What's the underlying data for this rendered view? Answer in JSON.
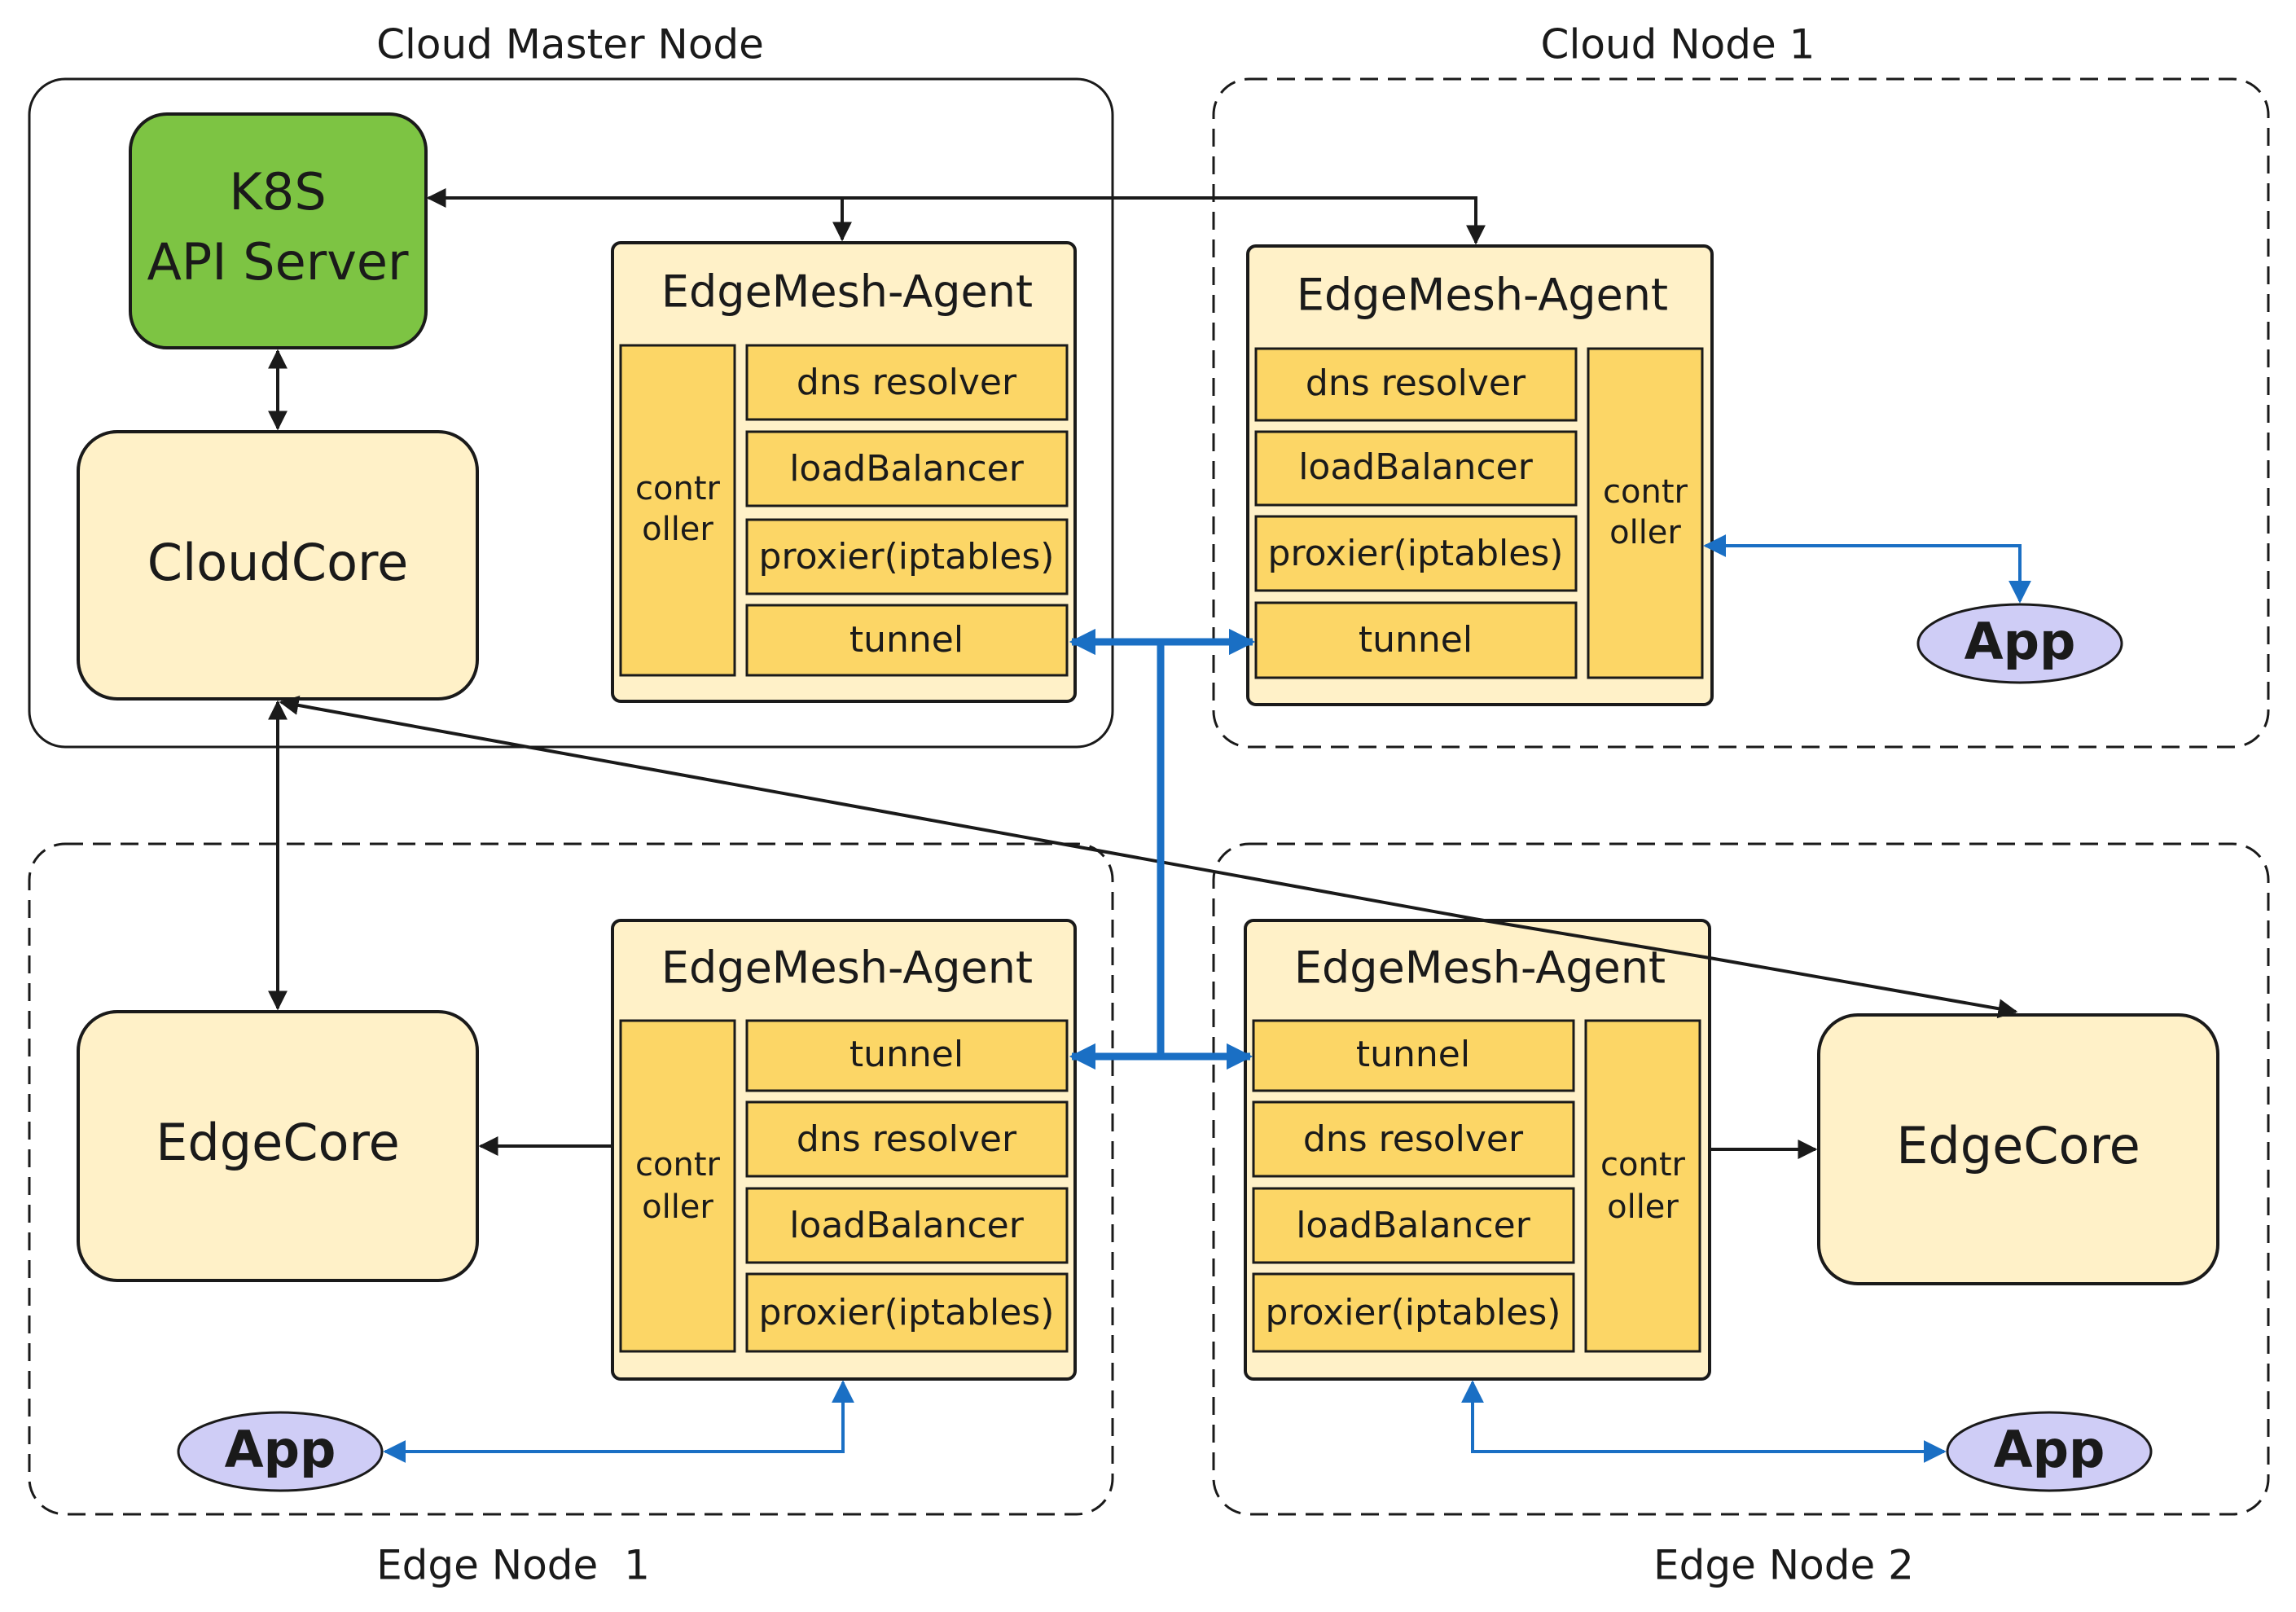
{
  "nodes": {
    "master": {
      "title": "Cloud Master Node"
    },
    "cloud1": {
      "title": "Cloud Node 1"
    },
    "edge1": {
      "title": "Edge Node  1"
    },
    "edge2": {
      "title": "Edge Node 2"
    }
  },
  "k8s": {
    "line1": "K8S",
    "line2": "API Server"
  },
  "cloudcore": {
    "label": "CloudCore"
  },
  "edgecore1": {
    "label": "EdgeCore"
  },
  "edgecore2": {
    "label": "EdgeCore"
  },
  "agents": {
    "master": {
      "title": "EdgeMesh-Agent",
      "controller_line1": "contr",
      "controller_line2": "oller",
      "components": [
        "dns resolver",
        "loadBalancer",
        "proxier(iptables)",
        "tunnel"
      ]
    },
    "cloud1": {
      "title": "EdgeMesh-Agent",
      "controller_line1": "contr",
      "controller_line2": "oller",
      "components": [
        "dns resolver",
        "loadBalancer",
        "proxier(iptables)",
        "tunnel"
      ]
    },
    "edge1": {
      "title": "EdgeMesh-Agent",
      "controller_line1": "contr",
      "controller_line2": "oller",
      "components": [
        "tunnel",
        "dns resolver",
        "loadBalancer",
        "proxier(iptables)"
      ]
    },
    "edge2": {
      "title": "EdgeMesh-Agent",
      "controller_line1": "contr",
      "controller_line2": "oller",
      "components": [
        "tunnel",
        "dns resolver",
        "loadBalancer",
        "proxier(iptables)"
      ]
    }
  },
  "apps": {
    "cloud1": "App",
    "edge1": "App",
    "edge2": "App"
  },
  "colors": {
    "k8s_fill": "#7dc443",
    "core_fill": "#fff1c8",
    "agent_fill": "#fff1c8",
    "component_fill": "#fcd666",
    "app_fill": "#cfcdf6",
    "tunnel_blue": "#1a6fc4",
    "line_black": "#1a1a1a"
  }
}
